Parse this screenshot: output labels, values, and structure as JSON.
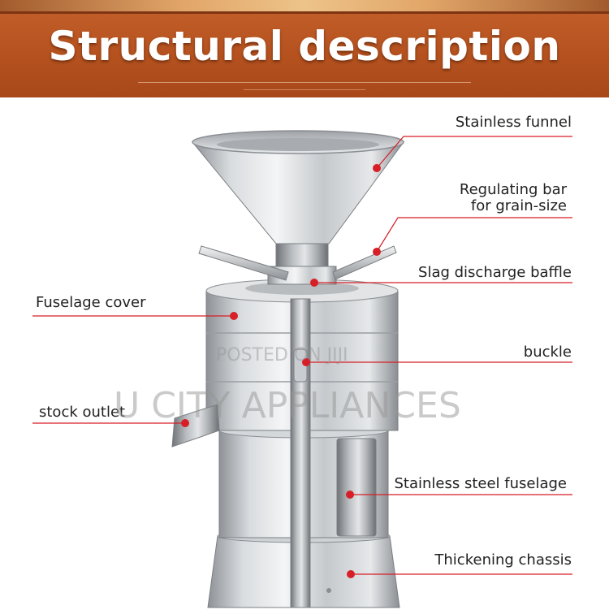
{
  "banner": {
    "title": "Structural description"
  },
  "labels": {
    "stainless_funnel": "Stainless funnel",
    "regulating_bar_line1": "Regulating bar",
    "regulating_bar_line2": "for grain-size",
    "slag_discharge_baffle": "Slag discharge baffle",
    "fuselage_cover": "Fuselage cover",
    "buckle": "buckle",
    "stock_outlet": "stock outlet",
    "stainless_steel_fuselage": "Stainless steel fuselage",
    "thickening_chassis": "Thickening chassis"
  },
  "watermarks": {
    "posted_on": "POSTED ON JIJI",
    "seller": "U CITY APPLIANCES"
  },
  "colors": {
    "banner": "#b5521f",
    "marker": "#d61f26",
    "leader_line": "#d61f26"
  }
}
